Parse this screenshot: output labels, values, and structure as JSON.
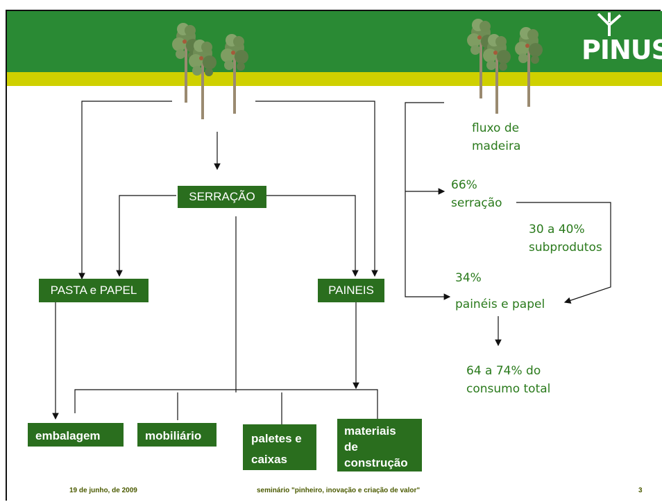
{
  "header": {
    "logo_text": "PINUS",
    "colors": {
      "band_green": "#2a8a34",
      "band_yellow": "#cfd000",
      "box_green": "#2a6e1e",
      "text_green": "#2a7a1c"
    }
  },
  "diagram": {
    "serracao": "SERRAÇÃO",
    "pasta_papel": "PASTA e PAPEL",
    "paineis": "PAINEIS",
    "embalagem": "embalagem",
    "mobiliario": "mobiliário",
    "paletes_caixas": [
      "paletes e",
      "caixas"
    ],
    "materiais_construcao": [
      "materiais",
      "de",
      "construção"
    ]
  },
  "flow": {
    "fluxo_madeira": [
      "fluxo de",
      "madeira"
    ],
    "serracao_pct": "66%",
    "serracao_label": "serração",
    "subprodutos": [
      "30 a 40%",
      "subprodutos"
    ],
    "paineis_pct": "34%",
    "paineis_papel": "painéis e papel",
    "consumo": [
      "64 a 74% do",
      "consumo total"
    ]
  },
  "footer": {
    "date": "19 de junho, de 2009",
    "event": "seminário \"pinheiro, inovação e criação de valor\"",
    "page": "3"
  }
}
